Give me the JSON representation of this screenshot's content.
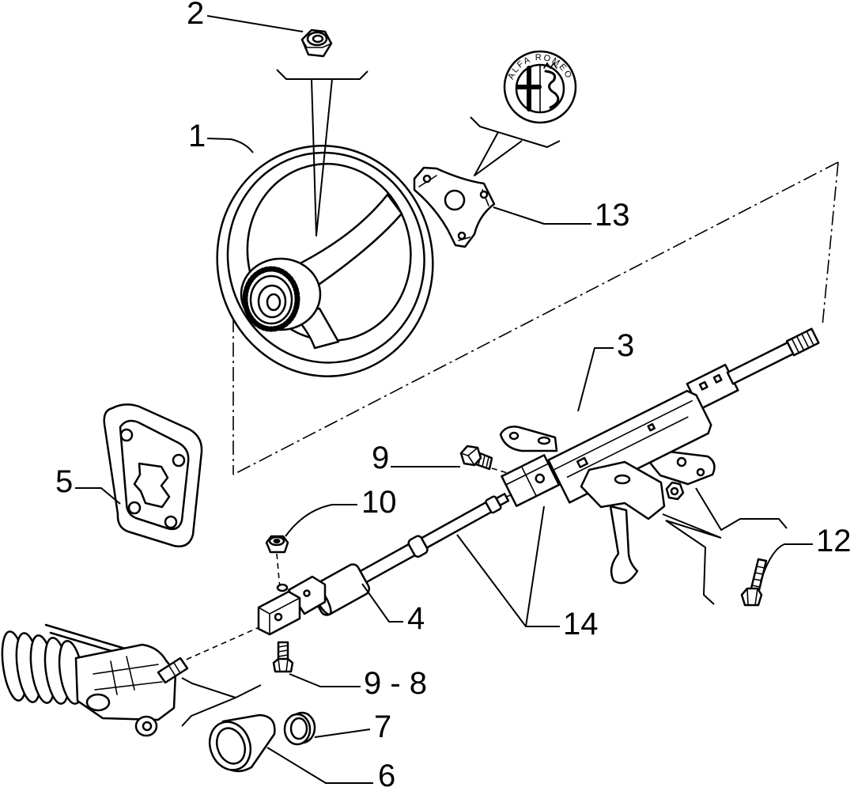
{
  "colors": {
    "ink": "#000000",
    "paper": "#ffffff"
  },
  "logo": {
    "text": "ALFA ROMEO"
  },
  "callouts": {
    "c1": "1",
    "c2": "2",
    "c3": "3",
    "c4": "4",
    "c5": "5",
    "c6": "6",
    "c7": "7",
    "c9": "9",
    "c10": "10",
    "c12": "12",
    "c13": "13",
    "c14": "14",
    "c9_8": "9 - 8"
  }
}
